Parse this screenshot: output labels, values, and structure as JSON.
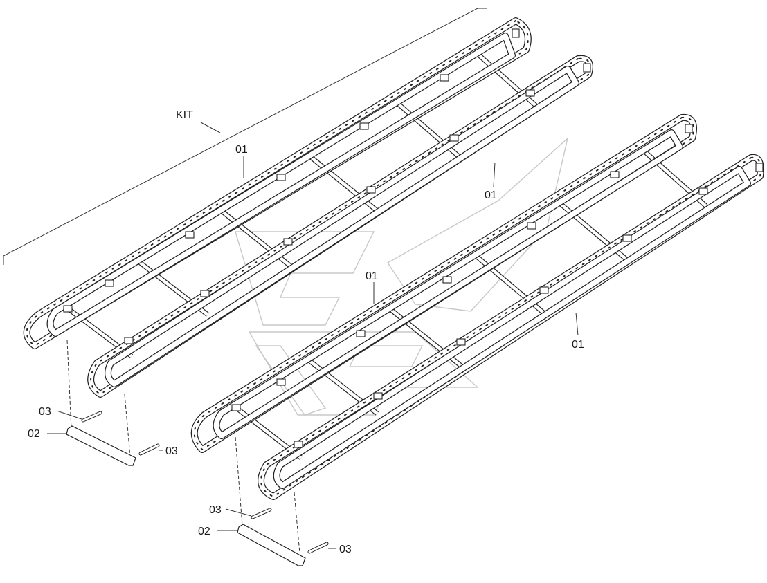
{
  "callouts": {
    "kit": "KIT",
    "part_01": "01",
    "part_02": "02",
    "part_03": "03"
  },
  "colors": {
    "line": "#222222",
    "background": "#ffffff",
    "watermark": "#c8c8c8"
  }
}
